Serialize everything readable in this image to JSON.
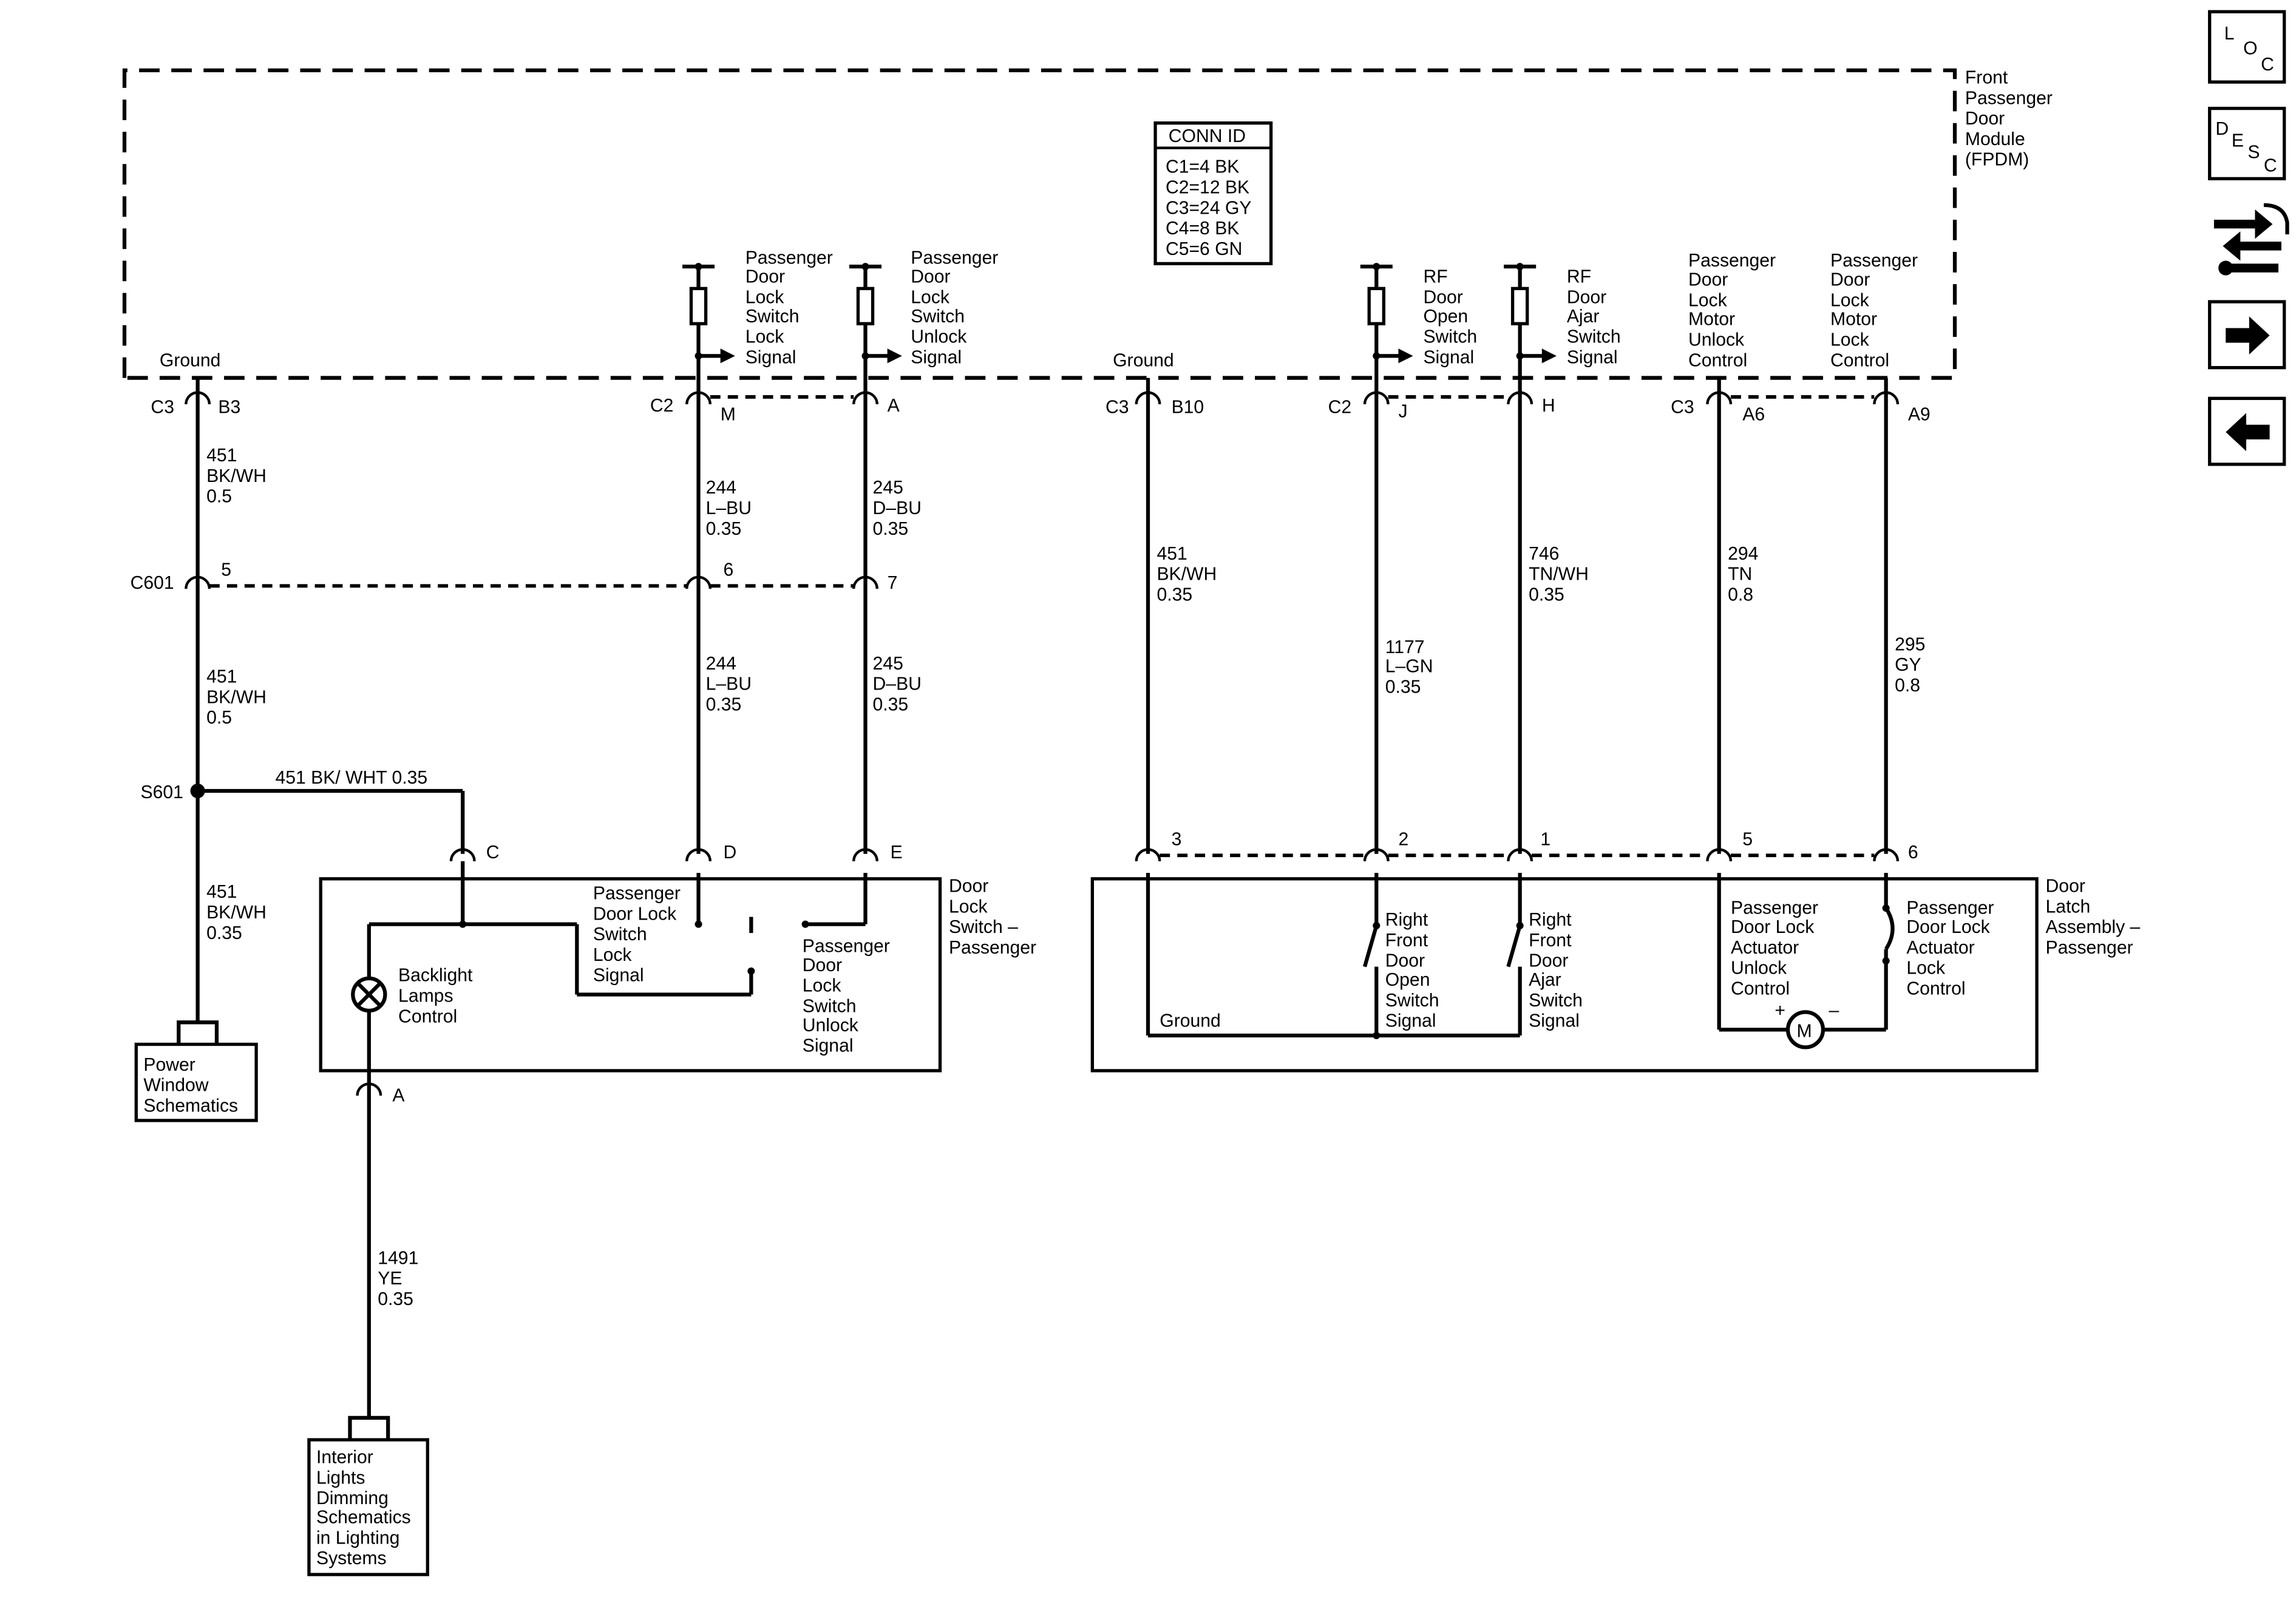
{
  "module": {
    "name": [
      "Front",
      "Passenger",
      "Door",
      "Module",
      "(FPDM)"
    ]
  },
  "conn_id": {
    "title": "CONN ID",
    "rows": [
      "C1=4 BK",
      "C2=12 BK",
      "C3=24 GY",
      "C4=8 BK",
      "C5=6 GN"
    ]
  },
  "module_labels": {
    "ground_left": "Ground",
    "ground_right": "Ground",
    "lock_signal": [
      "Passenger",
      "Door",
      "Lock",
      "Switch",
      "Lock",
      "Signal"
    ],
    "unlock_signal": [
      "Passenger",
      "Door",
      "Lock",
      "Switch",
      "Unlock",
      "Signal"
    ],
    "rf_open": [
      "RF",
      "Door",
      "Open",
      "Switch",
      "Signal"
    ],
    "rf_ajar": [
      "RF",
      "Door",
      "Ajar",
      "Switch",
      "Signal"
    ],
    "motor_unlock": [
      "Passenger",
      "Door",
      "Lock",
      "Motor",
      "Unlock",
      "Control"
    ],
    "motor_lock": [
      "Passenger",
      "Door",
      "Lock",
      "Motor",
      "Lock",
      "Control"
    ]
  },
  "pins": {
    "c3": "C3",
    "b3": "B3",
    "c2a": "C2",
    "m": "M",
    "a_top": "A",
    "c3b": "C3",
    "b10": "B10",
    "c2b": "C2",
    "j": "J",
    "h": "H",
    "c3c": "C3",
    "a6": "A6",
    "a9": "A9",
    "c601": "C601",
    "c601_5": "5",
    "c601_6": "6",
    "c601_7": "7",
    "s601": "S601",
    "sw_c": "C",
    "sw_d": "D",
    "sw_e": "E",
    "sw_a": "A",
    "latch_3": "3",
    "latch_2": "2",
    "latch_1": "1",
    "latch_5": "5",
    "latch_6": "6"
  },
  "wires": {
    "w451a": [
      "451",
      "BK/WH",
      "0.5"
    ],
    "w451b": [
      "451",
      "BK/WH",
      "0.5"
    ],
    "w451c": [
      "451",
      "BK/WH",
      "0.35"
    ],
    "w451_branch": "451 BK/ WHT 0.35",
    "w244a": [
      "244",
      "L–BU",
      "0.35"
    ],
    "w244b": [
      "244",
      "L–BU",
      "0.35"
    ],
    "w245a": [
      "245",
      "D–BU",
      "0.35"
    ],
    "w245b": [
      "245",
      "D–BU",
      "0.35"
    ],
    "w451d": [
      "451",
      "BK/WH",
      "0.35"
    ],
    "w1177": [
      "1177",
      "L–GN",
      "0.35"
    ],
    "w746": [
      "746",
      "TN/WH",
      "0.35"
    ],
    "w294": [
      "294",
      "TN",
      "0.8"
    ],
    "w295": [
      "295",
      "GY",
      "0.8"
    ],
    "w1491": [
      "1491",
      "YE",
      "0.35"
    ]
  },
  "switch_assy": {
    "name": [
      "Door",
      "Lock",
      "Switch –",
      "Passenger"
    ],
    "backlight": [
      "Backlight",
      "Lamps",
      "Control"
    ],
    "lock": [
      "Passenger",
      "Door Lock",
      "Switch",
      "Lock",
      "Signal"
    ],
    "unlock": [
      "Passenger",
      "Door",
      "Lock",
      "Switch",
      "Unlock",
      "Signal"
    ]
  },
  "latch_assy": {
    "name": [
      "Door",
      "Latch",
      "Assembly –",
      "Passenger"
    ],
    "ground": "Ground",
    "open": [
      "Right",
      "Front",
      "Door",
      "Open",
      "Switch",
      "Signal"
    ],
    "ajar": [
      "Right",
      "Front",
      "Door",
      "Ajar",
      "Switch",
      "Signal"
    ],
    "unlock": [
      "Passenger",
      "Door Lock",
      "Actuator",
      "Unlock",
      "Control"
    ],
    "lock": [
      "Passenger",
      "Door Lock",
      "Actuator",
      "Lock",
      "Control"
    ],
    "motor": "M",
    "plus": "+",
    "minus": "–"
  },
  "refs": {
    "power_window": [
      "Power",
      "Window",
      "Schematics"
    ],
    "interior_lights": [
      "Interior",
      "Lights",
      "Dimming",
      "Schematics",
      "in Lighting",
      "Systems"
    ]
  },
  "nav": {
    "loc": [
      "L",
      "O",
      "C"
    ],
    "desc": [
      "D",
      "E",
      "S",
      "C"
    ],
    "wrench": "wrench-icon",
    "forward": "arrow-right-icon",
    "back": "arrow-left-icon"
  }
}
